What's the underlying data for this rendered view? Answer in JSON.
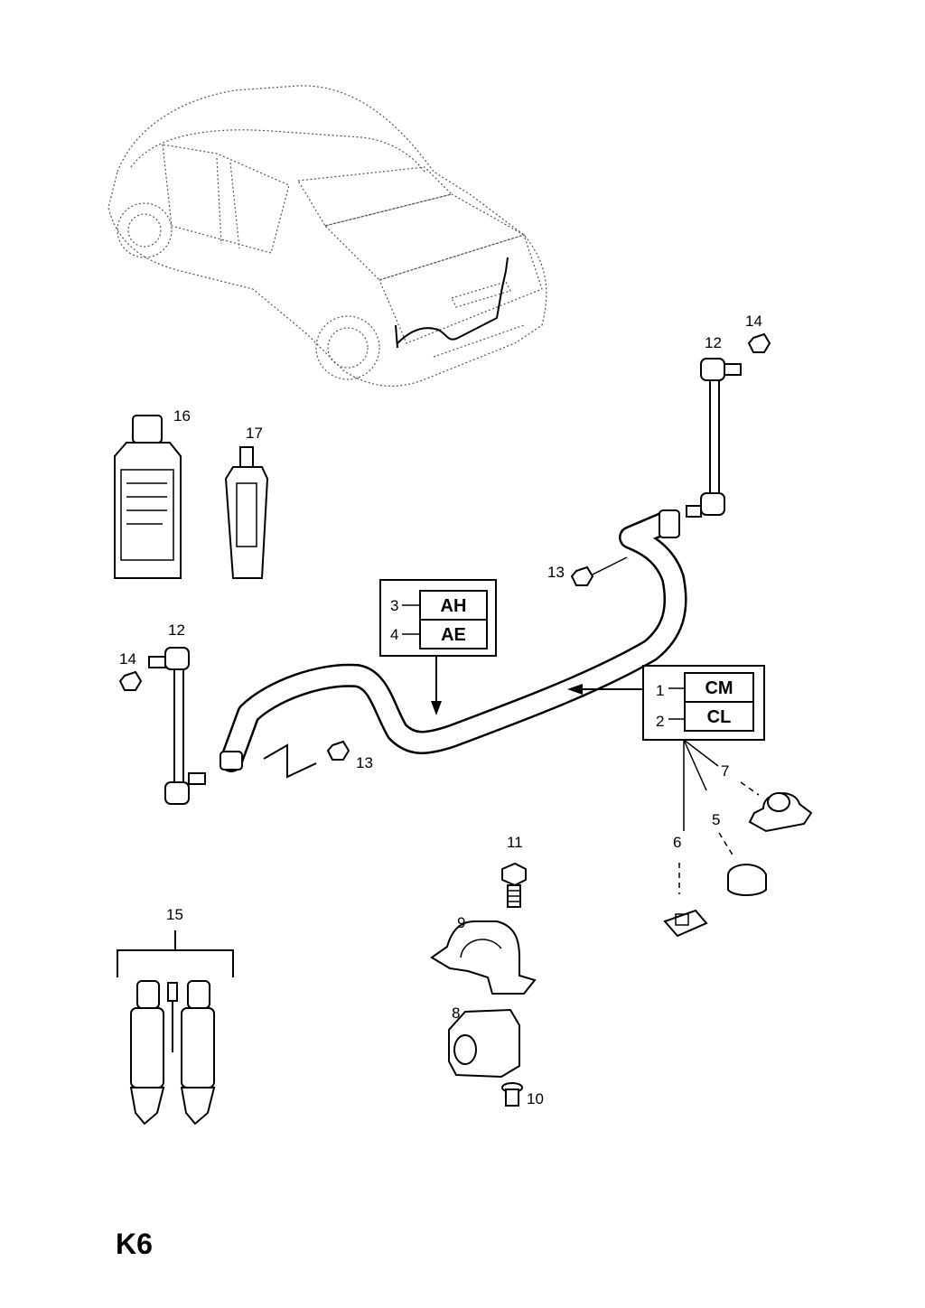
{
  "diagram": {
    "page_code": "K6",
    "callouts": {
      "c12_top": "12",
      "c14_top": "14",
      "c16": "16",
      "c17": "17",
      "c13_top": "13",
      "c12_left": "12",
      "c14_left": "14",
      "c13_bottom": "13",
      "c7": "7",
      "c5": "5",
      "c6": "6",
      "c11": "11",
      "c9": "9",
      "c8": "8",
      "c10": "10",
      "c15": "15",
      "c3": "3",
      "c4": "4",
      "c1": "1",
      "c2": "2"
    },
    "code_box_left": {
      "codes": [
        "AH",
        "AE"
      ]
    },
    "code_box_right": {
      "codes": [
        "CM",
        "CL"
      ]
    }
  }
}
